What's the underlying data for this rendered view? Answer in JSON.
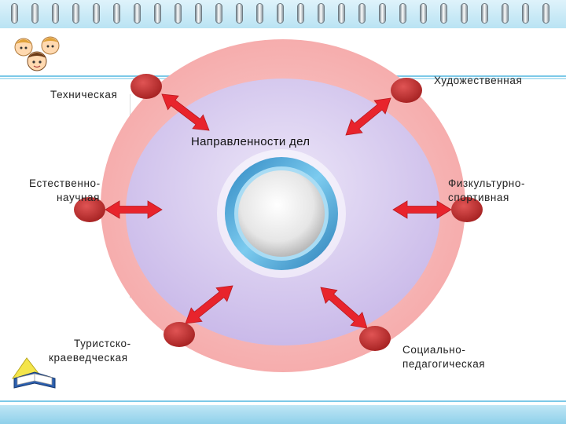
{
  "center": {
    "title": "Направленности  дел"
  },
  "directions": [
    {
      "id": "technical",
      "label": "Техническая"
    },
    {
      "id": "artistic",
      "label": "Художественная"
    },
    {
      "id": "natural_science",
      "label_line1": "Естественно-",
      "label_line2": "научная"
    },
    {
      "id": "sports",
      "label_line1": "Физкультурно-",
      "label_line2": "спортивная"
    },
    {
      "id": "tourism",
      "label_line1": "Туристско-",
      "label_line2": "краеведческая"
    },
    {
      "id": "social",
      "label_line1": "Социально-",
      "label_line2": "педагогическая"
    }
  ],
  "colors": {
    "outer_ring": "#f7b5b5",
    "inner_disc": "#d9cdf0",
    "arrow": "#e8242c",
    "node": "#c43333",
    "center_ring": "#4aa6d6",
    "background": "#ffffff"
  },
  "icons": [
    "children-icon",
    "book-icon"
  ]
}
